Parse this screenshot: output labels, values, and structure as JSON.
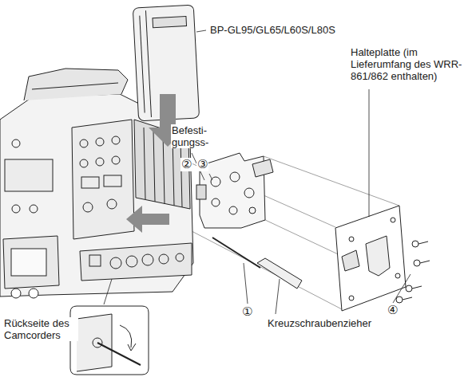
{
  "diagram": {
    "labels": [
      "BP-GL95/GL65/L60S/L80S",
      "Befesti- gungss-",
      "②",
      "③",
      "Halteplatte (im Lieferumfang des WRR- 861/862 enthalten)",
      "④",
      "①",
      "Rückseite des Camcorders",
      "Kreuzschraubenzieher"
    ]
  }
}
